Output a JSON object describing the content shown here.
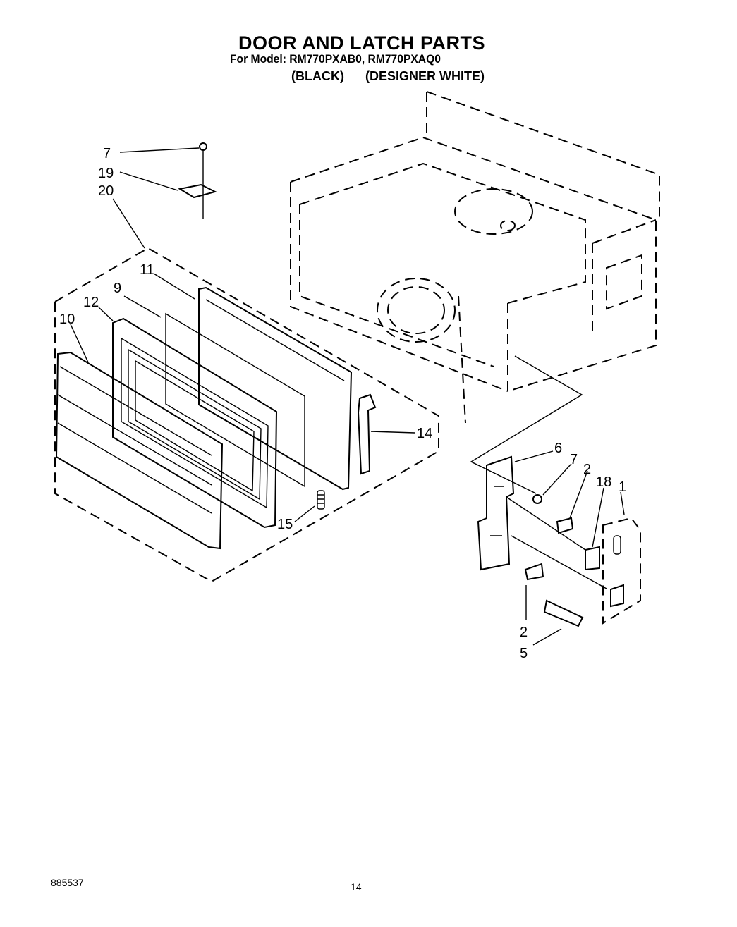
{
  "header": {
    "title": "DOOR AND LATCH PARTS",
    "model_line": "For Model: RM770PXAB0, RM770PXAQ0",
    "variant_black": "(BLACK)",
    "variant_white": "(DESIGNER WHITE)"
  },
  "callouts": {
    "c7a": "7",
    "c19": "19",
    "c20": "20",
    "c11": "11",
    "c9": "9",
    "c12": "12",
    "c10": "10",
    "c14": "14",
    "c15": "15",
    "c6": "6",
    "c7b": "7",
    "c2a": "2",
    "c18": "18",
    "c1": "1",
    "c2b": "2",
    "c5": "5"
  },
  "footer": {
    "doc_number": "885537",
    "page_number": "14"
  }
}
